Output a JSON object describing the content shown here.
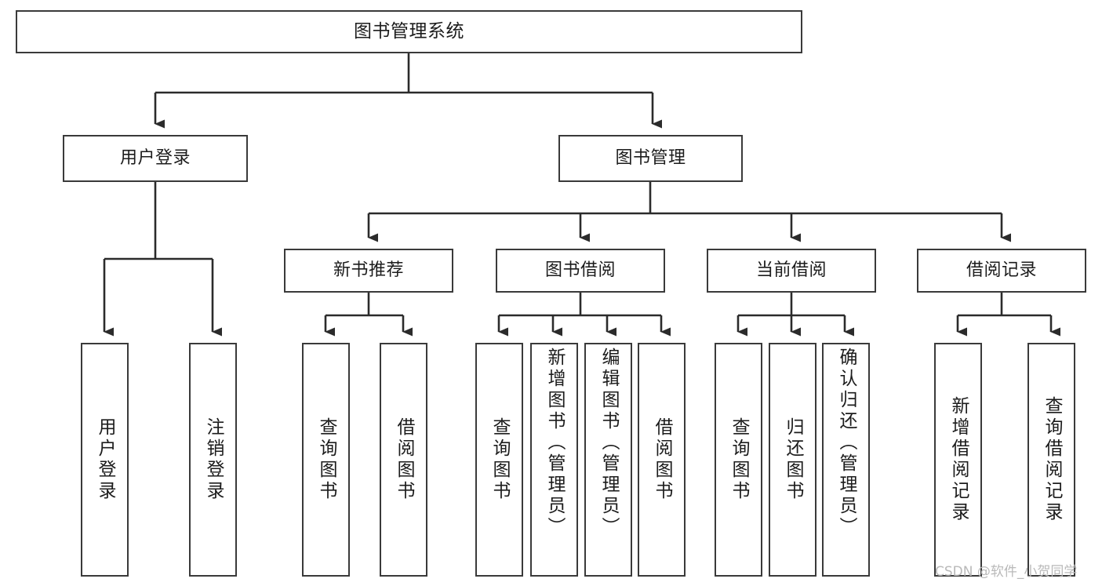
{
  "diagram": {
    "type": "tree-hierarchy",
    "title_node": {
      "label": "图书管理系统"
    },
    "level2": [
      {
        "label": "用户登录"
      },
      {
        "label": "图书管理"
      }
    ],
    "level3": [
      {
        "label": "新书推荐"
      },
      {
        "label": "图书借阅"
      },
      {
        "label": "当前借阅"
      },
      {
        "label": "借阅记录"
      }
    ],
    "leaves": {
      "user_login": [
        {
          "label": "用户登录"
        },
        {
          "label": "注销登录"
        }
      ],
      "new_book_recommend": [
        {
          "label": "查询图书"
        },
        {
          "label": "借阅图书"
        }
      ],
      "book_borrow": [
        {
          "label": "查询图书"
        },
        {
          "label": "新增图书（管理员）"
        },
        {
          "label": "编辑图书（管理员）"
        },
        {
          "label": "借阅图书"
        }
      ],
      "current_borrow": [
        {
          "label": "查询图书"
        },
        {
          "label": "归还图书"
        },
        {
          "label": "确认归还（管理员）"
        }
      ],
      "borrow_record": [
        {
          "label": "新增借阅记录"
        },
        {
          "label": "查询借阅记录"
        }
      ]
    },
    "watermark": "CSDN @软件_小贺同学",
    "colors": {
      "box_border": "#3a3a3a",
      "box_fill": "#ffffff",
      "connector": "#2b2b2b",
      "text": "#1c1c1c",
      "watermark": "#b9b9b9",
      "background": "#ffffff"
    }
  }
}
